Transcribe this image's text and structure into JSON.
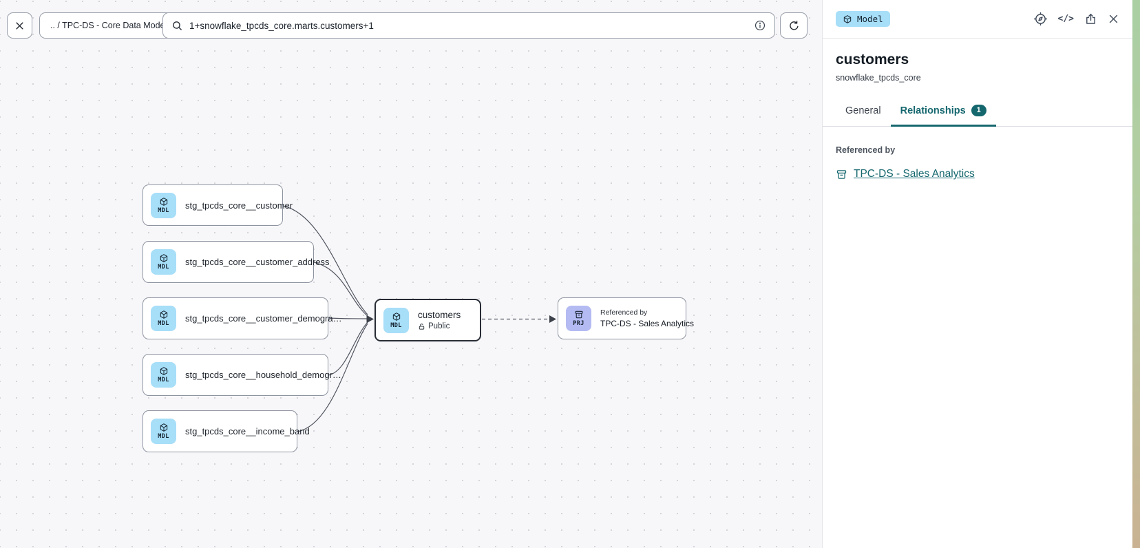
{
  "toolbar": {
    "breadcrumb": ".. / TPC-DS - Core Data Models",
    "search_value": "1+snowflake_tpcds_core.marts.customers+1"
  },
  "canvas": {
    "upstream_nodes": [
      {
        "badge": "MDL",
        "label": "stg_tpcds_core__customer"
      },
      {
        "badge": "MDL",
        "label": "stg_tpcds_core__customer_address"
      },
      {
        "badge": "MDL",
        "label": "stg_tpcds_core__customer_demogra…"
      },
      {
        "badge": "MDL",
        "label": "stg_tpcds_core__household_demogr…"
      },
      {
        "badge": "MDL",
        "label": "stg_tpcds_core__income_band"
      }
    ],
    "selected_node": {
      "badge": "MDL",
      "label": "customers",
      "visibility": "Public"
    },
    "reference_node": {
      "badge": "PRJ",
      "caption": "Referenced by",
      "label": "TPC-DS - Sales Analytics"
    }
  },
  "panel": {
    "type_badge": "Model",
    "title": "customers",
    "subtitle": "snowflake_tpcds_core",
    "tabs": {
      "general": "General",
      "relationships": "Relationships",
      "relationships_badge": "1"
    },
    "referenced_by_label": "Referenced by",
    "reference_link": "TPC-DS - Sales Analytics"
  },
  "colors": {
    "accent_teal": "#15676e",
    "model_badge_blue": "#a7def8",
    "project_badge_purple": "#b4baf2",
    "canvas_dot": "#d4d4da"
  }
}
